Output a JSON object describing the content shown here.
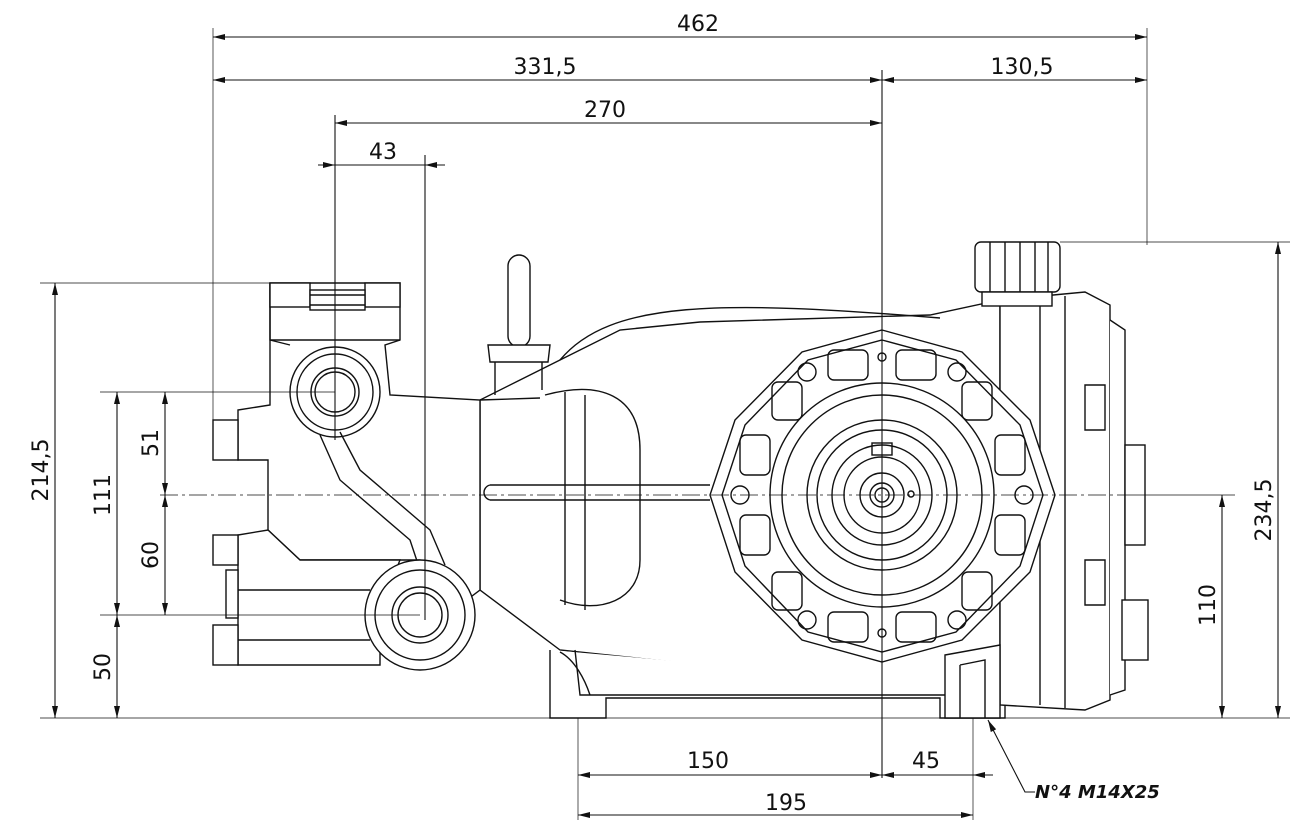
{
  "dimensions": {
    "overall_length": "462",
    "left_to_shaft": "331,5",
    "shaft_to_right": "130,5",
    "port_to_shaft": "270",
    "port_spacing": "43",
    "overall_height": "214,5",
    "port_vertical_span": "111",
    "upper_port_offset": "51",
    "lower_port_offset": "60",
    "lower_port_height": "50",
    "total_height_right": "234,5",
    "shaft_height": "110",
    "foot_to_shaft": "150",
    "shaft_to_foot": "45",
    "foot_spacing": "195"
  },
  "annotations": {
    "mounting_bolts": "N°4 M14X25"
  }
}
